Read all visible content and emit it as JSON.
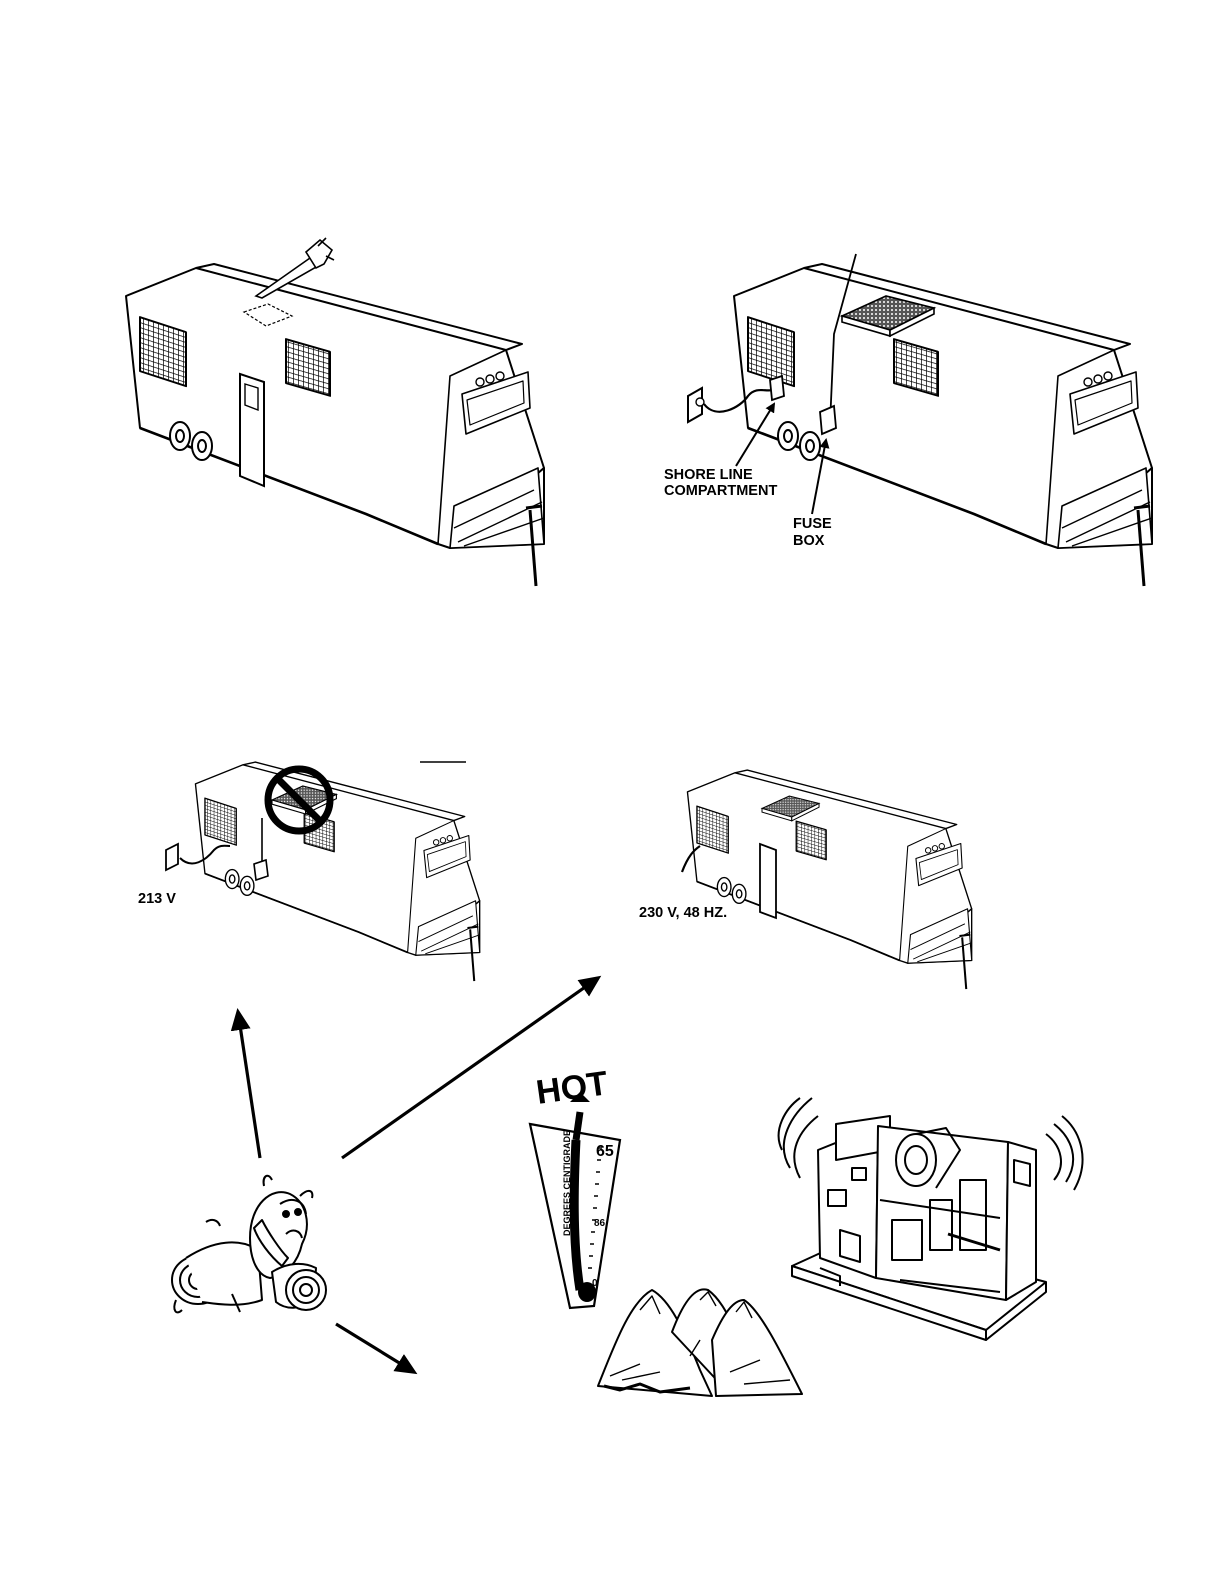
{
  "labels": {
    "shore_line": [
      "SHORE LINE",
      "COMPARTMENT"
    ],
    "fuse_box": [
      "FUSE",
      "BOX"
    ],
    "voltage_low": "213 V",
    "voltage_freq": "230 V,  48 HZ.",
    "hot": "HOT",
    "thermo_top": "65",
    "thermo_mid": "86",
    "thermo_bottom": "0",
    "thermo_scale": "DEGREES CENTIGRADE"
  }
}
